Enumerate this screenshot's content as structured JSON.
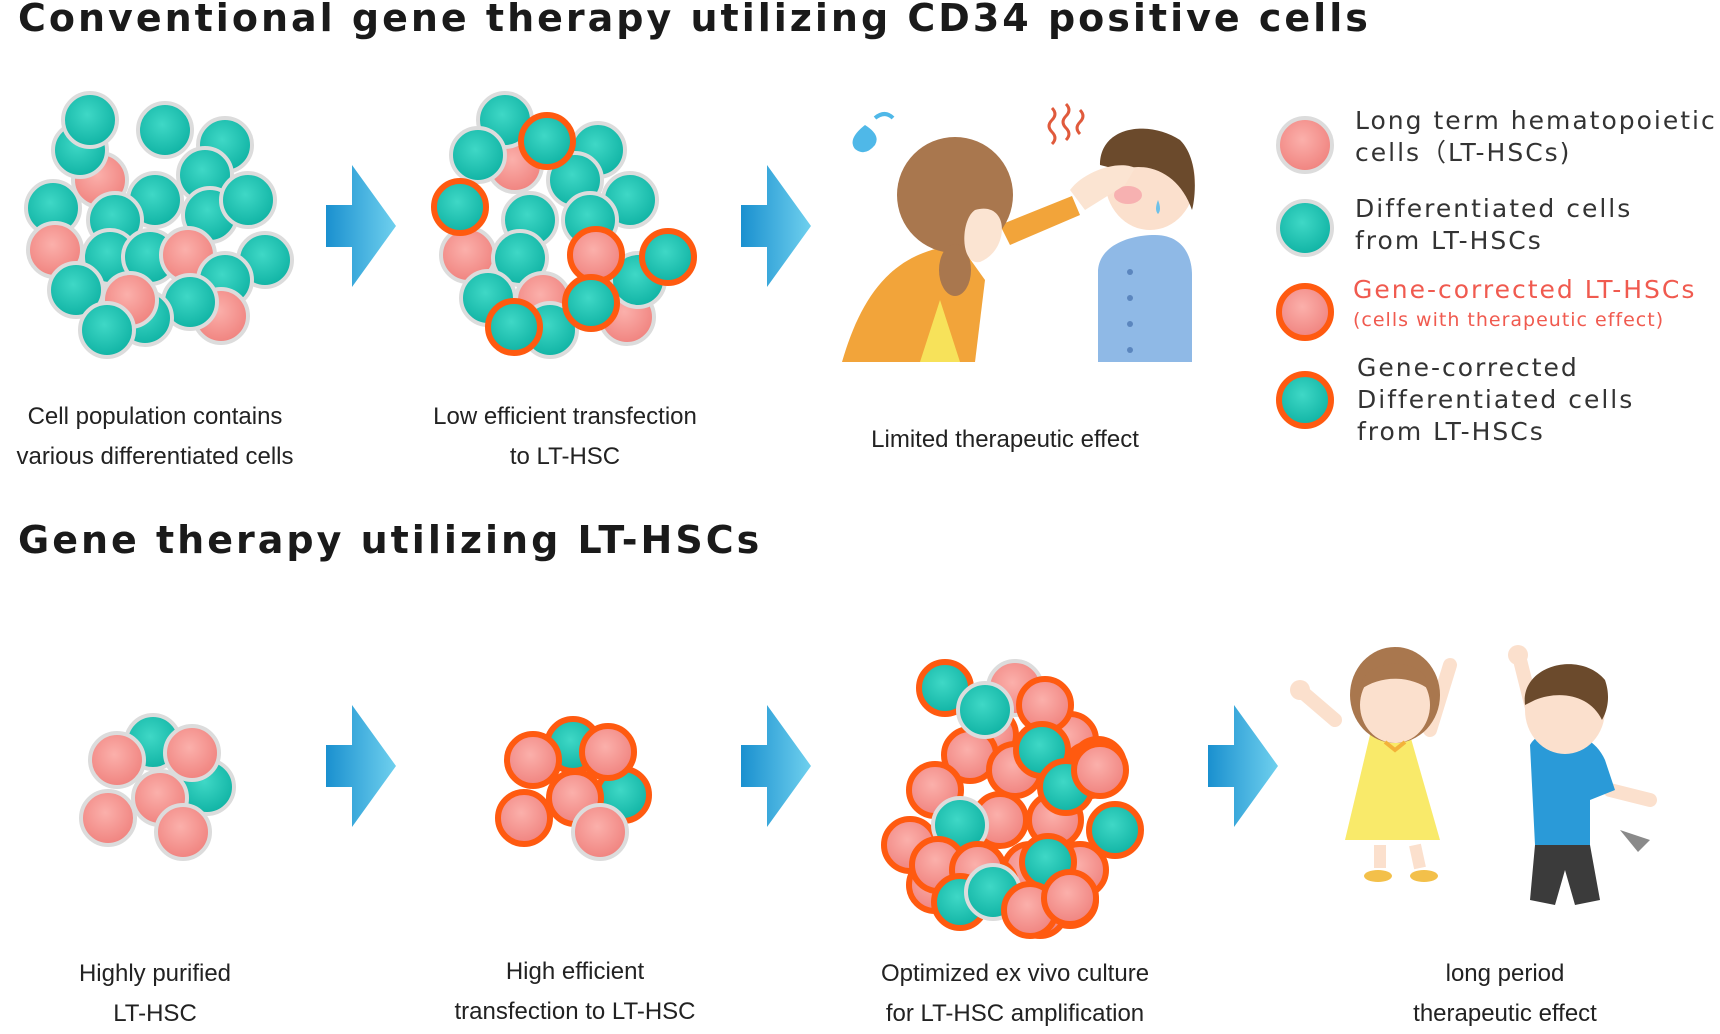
{
  "section1": {
    "title": "Conventional gene therapy utilizing CD34 positive cells",
    "step1": [
      "Cell population contains",
      "various differentiated cells"
    ],
    "step2": [
      "Low efficient transfection",
      "to LT-HSC"
    ],
    "step3": "Limited therapeutic effect"
  },
  "legend": {
    "item1": [
      "Long term hematopoietic",
      "cells（LT-HSCs)"
    ],
    "item2": [
      "Differentiated cells",
      "from LT-HSCs"
    ],
    "item3": [
      "Gene-corrected LT-HSCs",
      "(cells with therapeutic effect)"
    ],
    "item4": [
      "Gene-corrected",
      "Differentiated cells",
      "from LT-HSCs"
    ]
  },
  "section2": {
    "title": "Gene therapy utilizing LT-HSCs",
    "step1": [
      "Highly purified",
      "LT-HSC"
    ],
    "step2": [
      "High efficient",
      "transfection to LT-HSC"
    ],
    "step3": [
      "Optimized ex vivo culture",
      "for LT-HSC amplification"
    ],
    "step4": [
      "long period",
      "therapeutic effect"
    ]
  },
  "colors": {
    "lt_hsc": "#f59a96",
    "differentiated": "#1fc4b4",
    "gene_corrected_ring": "#ff5a10",
    "arrow": "#2aa3d6",
    "legend_red_text": "#f05a4f"
  }
}
